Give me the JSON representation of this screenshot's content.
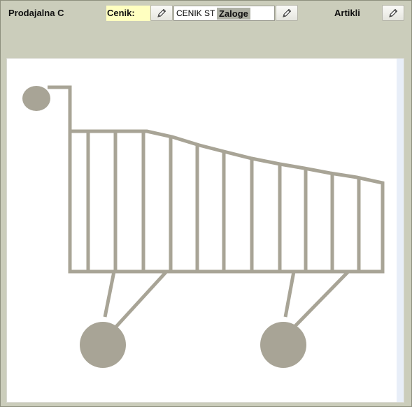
{
  "header": {
    "title": "Prodajalna C",
    "cenik_label": "Cenik:",
    "cenik_value": "CENIK ST",
    "zaloge_label": "Zaloge",
    "artikli_label": "Artikli"
  },
  "icons": {
    "edit": "pencil-icon",
    "image": "shopping-cart-icon"
  },
  "colors": {
    "background": "#cbcdbb",
    "cenik_highlight": "#ffffc0",
    "cart": "#a8a496"
  }
}
